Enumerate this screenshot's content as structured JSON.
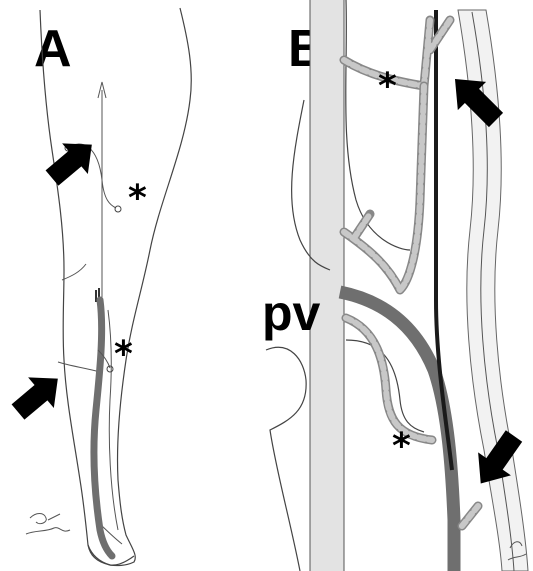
{
  "panels": [
    {
      "letter": "A"
    },
    {
      "letter": "B"
    }
  ],
  "labels": {
    "pv": "pv",
    "asterisk": "*"
  },
  "signature": "Carlos Barrocas",
  "colors": {
    "vein_dark": "#6f6f6f",
    "vein_black": "#1a1a1a",
    "vein_dashed_fill": "#c8c8c8",
    "bone": "#e3e3e3",
    "arrow": "#000000"
  },
  "icons": [
    "arrow-icon",
    "asterisk-marker"
  ]
}
